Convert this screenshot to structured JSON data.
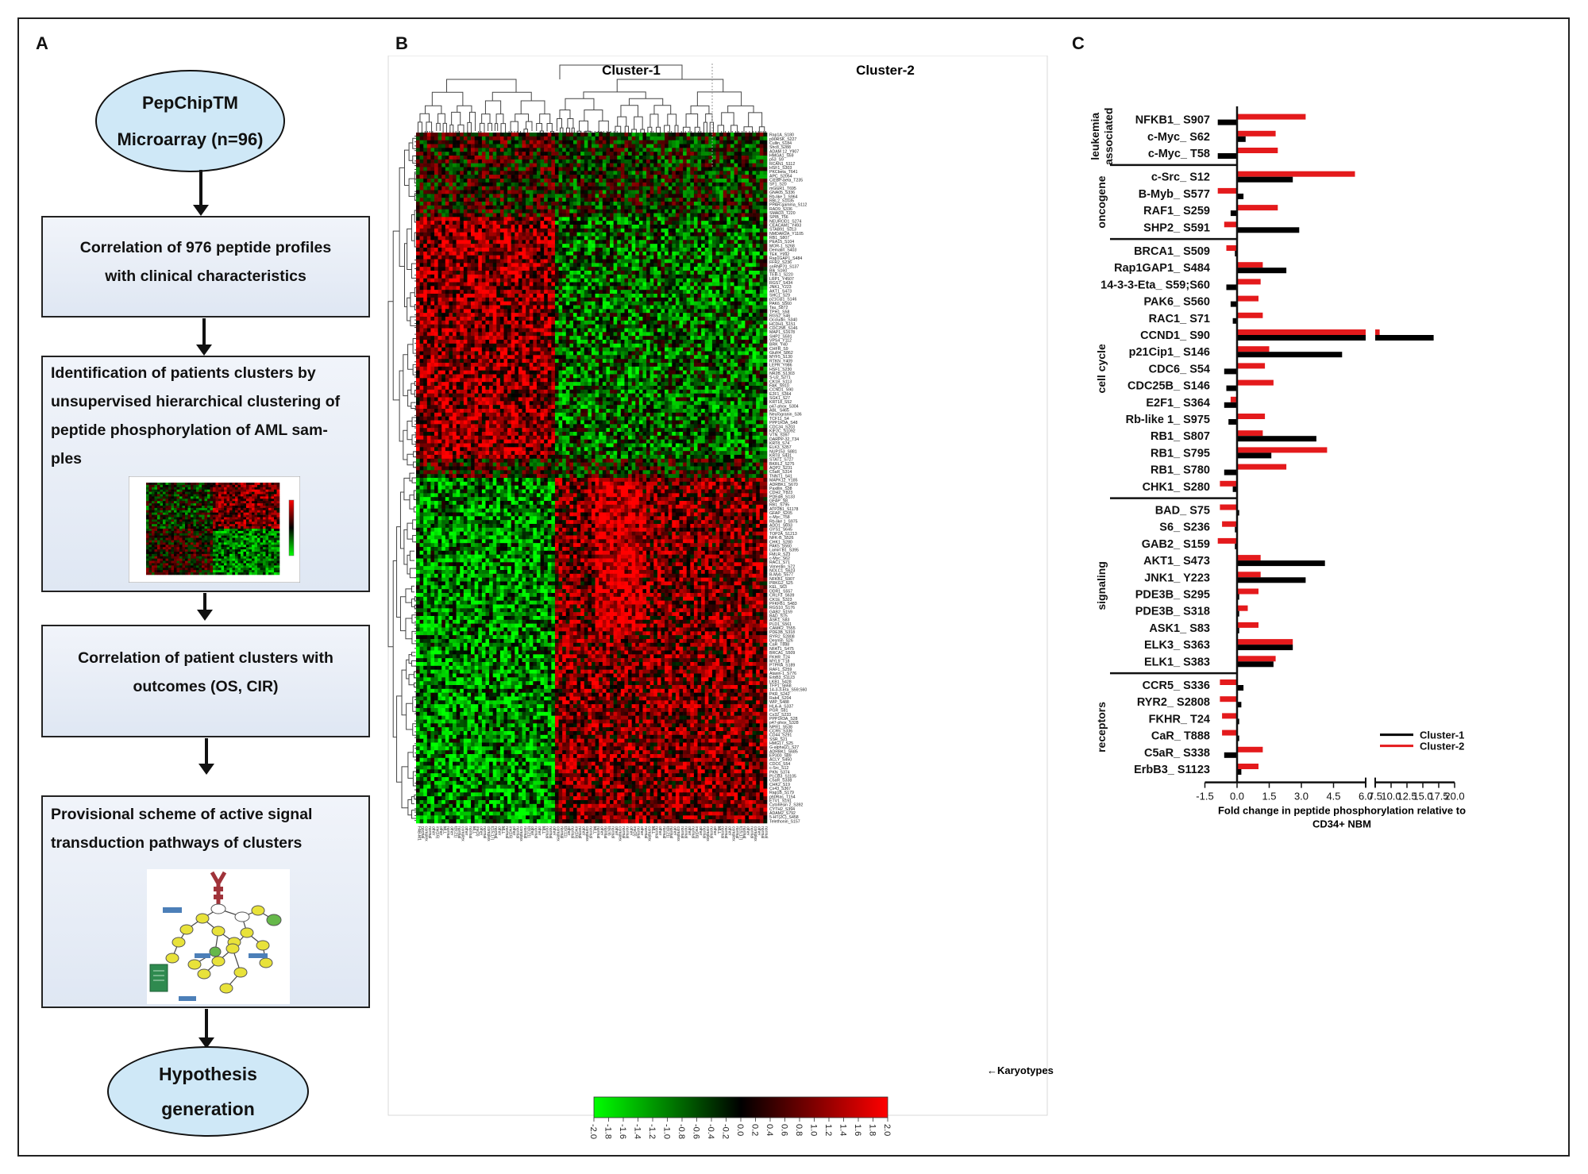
{
  "panels": {
    "a": "A",
    "b": "B",
    "c": "C"
  },
  "flow": {
    "start_line1": "PepChipTM",
    "start_line2": "Microarray (n=96)",
    "box1_line1": "Correlation of 976 peptide profiles",
    "box1_line2": "with clinical characteristics",
    "box2_line1": "Identification of patients clusters by",
    "box2_line2": "unsupervised hierarchical clustering of",
    "box2_line3": "peptide phosphorylation of AML sam-",
    "box2_line4": "ples",
    "box3_line1": "Correlation of patient clusters with",
    "box3_line2": "outcomes (OS, CIR)",
    "box4_line1": "Provisional scheme of active signal",
    "box4_line2": "transduction pathways of clusters",
    "end_line1": "Hypothesis",
    "end_line2": "generation"
  },
  "heatmap": {
    "cluster1_label": "Cluster-1",
    "cluster2_label": "Cluster-2",
    "karyotypes_label": "←Karyotypes",
    "colorbar_ticks": [
      "-2.0",
      "-1.8",
      "-1.6",
      "-1.4",
      "-1.2",
      "-1.0",
      "-0.8",
      "-0.6",
      "-0.4",
      "-0.2",
      "0.0",
      "0.2",
      "0.4",
      "0.6",
      "0.8",
      "1.0",
      "1.2",
      "1.4",
      "1.6",
      "1.8",
      "2.0"
    ],
    "colors": {
      "low": "#00ff00",
      "mid": "#000000",
      "high": "#ff0000"
    },
    "row_labels": [
      "Rap1A_S180",
      "p90RSK_S227",
      "Cullin_S184",
      "Shc8_S288",
      "ADAM 12_Y907",
      "HMGA1_S59",
      "p53_S9",
      "RCAN1_S112",
      "HSF1_S303",
      "PKCbeta_T641",
      "APC_S2054",
      "C/EBP-beta_T235",
      "SF1_S20",
      "mGluR1_T695",
      "GNA05_S336",
      "Rb-like 1_S964",
      "RBL2_S1035",
      "PPAR-gamma_S112",
      "RAD9_S336",
      "SMAD3_T220",
      "SPIB_T56",
      "NEUROD1_S274",
      "CEACAM1_Y493",
      "STAB91_S313",
      "NMDAR2A_Y1105",
      "RB1_S807",
      "PEA15_S104",
      "MOR-1_S268",
      "Dematin_S403",
      "TEK_Y992",
      "Rap1GAP1_S484",
      "FFR2_S236",
      "snRNP70_S137",
      "Blk_S160",
      "TEB-1_S220",
      "LRP1_Y4507",
      "RGS7_S434",
      "JNK1_Y223",
      "AKT1_S473",
      "SHC1_S29",
      "p21Cip1_S146",
      "PAK6_S560",
      "Tau_S872",
      "TPH1_S58",
      "RGS2_S46",
      "Occludin_S340",
      "HCDH1_S151",
      "CDC25B_S146",
      "MAP1_S1678",
      "SHP2_S591",
      "VPS4_Y112",
      "BRK_Y40",
      "CHFR_S9",
      "GluR4_S862",
      "MYF5_S130",
      "RTKN_Y409",
      "LEPR_Y986",
      "HSF1_S230",
      "NR2B_S1303",
      "S-U2_S271",
      "CK1B_S113",
      "FAK_S910",
      "CCND1_S90",
      "E2F1_S364",
      "SGK1_S27",
      "KRT18_S52",
      "p47-phox_S304",
      "ABL_S465",
      "Neurogranin_S36",
      "TCF11_S4",
      "PPP1R3A_S48",
      "CDC34_S203",
      "KIF2C_S1092",
      "VTN_S397",
      "DARPP-32_T34",
      "KRT8_S74",
      "ELK3_S357",
      "NUP153_S881",
      "KRT8_S431",
      "STAT1_S727",
      "BKRL2_S275",
      "AQP2_S231",
      "C5aR_S314",
      "TNNT1_S41",
      "MAPK12_Y185",
      "ADRBK1_S670",
      "Paxillin_S38",
      "CDH2_Y823",
      "PDE4B_S133",
      "GFAP_S8",
      "RB1_S795",
      "ATP2B1_S1178",
      "GFAP_S205",
      "c-Myc_T58",
      "Rb-like 1_S975",
      "ADD1_S693",
      "GYS1_S645",
      "TOP2A_S1213",
      "NFK-B_S526",
      "CHK1_S280",
      "PAK5_S560",
      "Lamin B1_S395",
      "FMLR_S23",
      "c-Myc_S62",
      "RAC1_S71",
      "Vimentin_S72",
      "NOLC1_S623",
      "B-Myb_S577",
      "NFKB1_S907",
      "PRKG2_S25",
      "KEL_S63",
      "DDR1_S557",
      "CRLF3_S639",
      "CK1E_S323",
      "PFKFB1_S483",
      "RGS10_S176",
      "GAB2_S159",
      "BAD_S75",
      "ASK1_S83",
      "PLD1_S561",
      "CAMK2_T555",
      "PDE3B_S318",
      "RYR2_S2808",
      "Desmin_S26",
      "CaR_T888",
      "NFAT1_S475",
      "BRCA1_S509",
      "FKHR_T24",
      "MYL9_T18",
      "PTPRA_S189",
      "RAF1_S259",
      "Ataxin-1_S776",
      "ErbB3_S1123",
      "LKB1_S428",
      "TFP1_S668",
      "14-3-3-Eta_S59;S60",
      "PKR_S242",
      "Rab4_S204",
      "WIP_S488",
      "HLA-A_S337",
      "PGR_S81",
      "Cx32_S233",
      "PPP1R3A_S28",
      "p47-phox_S328",
      "NPR1_S538",
      "CCR5_S336",
      "CD44_S291",
      "SSR_S21",
      "HMG17_S25",
      "G-alpha(Z)_S27",
      "ADRBK1_S685",
      "EP300_S89",
      "ACLY_S450",
      "CDC6_S54",
      "c-Src_S12",
      "PKN_S374",
      "PLCB3_S1105",
      "C5aR_S338",
      "CHK2_S19",
      "Cx43_S367",
      "Rap1B_S179",
      "p60Ras_T154",
      "ETV1_S191",
      "Cytohesin 2_S392",
      "CYTH2_S394",
      "ADAM2_S792",
      "5-HT(2C)_S458",
      "Telethonin_S157"
    ],
    "col_labels": [
      "FAB-M1",
      "normal",
      "complex",
      "normal",
      "other",
      "inv(16)",
      "other",
      "MLL",
      "normal",
      "other",
      "t(8;21)",
      "normal",
      "complex",
      "other",
      "normal",
      "MLL",
      "inv(3)",
      "other",
      "normal",
      "complex",
      "t(15;17)",
      "normal",
      "other",
      "MLL",
      "normal",
      "inv(16)",
      "other",
      "normal",
      "complex",
      "normal",
      "t(8;21)",
      "other",
      "normal",
      "other",
      "MLL",
      "normal",
      "normal",
      "other",
      "complex",
      "normal",
      "t(9;11)",
      "other",
      "normal",
      "inv(16)",
      "normal",
      "other",
      "complex",
      "normal",
      "MLL",
      "normal",
      "other",
      "normal",
      "t(6;9)",
      "normal",
      "other",
      "complex",
      "normal",
      "normal",
      "other",
      "inv(3)",
      "normal",
      "other",
      "normal",
      "complex",
      "MLL",
      "normal",
      "other",
      "normal",
      "t(8;21)",
      "normal",
      "other",
      "complex",
      "normal",
      "normal",
      "other",
      "normal",
      "inv(16)",
      "other",
      "normal",
      "complex",
      "normal",
      "other",
      "MLL",
      "normal",
      "normal",
      "other",
      "complex",
      "normal",
      "t(15;17)",
      "normal",
      "other",
      "normal",
      "complex",
      "other",
      "normal",
      "normal"
    ]
  },
  "chart_data": {
    "type": "bar",
    "orientation": "horizontal",
    "xlabel": "Fold change in peptide phosphorylation relative to CD34+ NBM",
    "x_ticks": [
      "-1.5",
      "0.0",
      "1.5",
      "3.0",
      "4.5",
      "6.0",
      "7.5",
      "10.0",
      "12.5",
      "15.0",
      "17.5",
      "20.0"
    ],
    "axis_break": [
      6.0,
      7.5
    ],
    "xlim": [
      -1.5,
      20.0
    ],
    "legend_position": "bottom-right",
    "series": [
      {
        "name": "Cluster-1",
        "color": "#000000"
      },
      {
        "name": "Cluster-2",
        "color": "#e41a1c"
      }
    ],
    "groups": [
      {
        "name": "leukemia associated",
        "peptides": [
          {
            "label": "NFKB1_ S907",
            "cluster1": -0.9,
            "cluster2": 3.2
          },
          {
            "label": "c-Myc_ S62",
            "cluster1": 0.4,
            "cluster2": 1.8
          },
          {
            "label": "c-Myc_ T58",
            "cluster1": -0.9,
            "cluster2": 1.9
          }
        ]
      },
      {
        "name": "oncogene",
        "peptides": [
          {
            "label": "c-Src_ S12",
            "cluster1": 2.6,
            "cluster2": 5.5
          },
          {
            "label": "B-Myb_ S577",
            "cluster1": 0.3,
            "cluster2": -0.9
          },
          {
            "label": "RAF1_ S259",
            "cluster1": -0.3,
            "cluster2": 1.9
          },
          {
            "label": "SHP2_ S591",
            "cluster1": 2.9,
            "cluster2": -0.6
          }
        ]
      },
      {
        "name": "cell cycle",
        "peptides": [
          {
            "label": "BRCA1_ S509",
            "cluster1": -0.1,
            "cluster2": -0.5
          },
          {
            "label": "Rap1GAP1_ S484",
            "cluster1": 2.3,
            "cluster2": 1.2
          },
          {
            "label": "14-3-3-Eta_ S59;S60",
            "cluster1": -0.5,
            "cluster2": 1.1
          },
          {
            "label": "PAK6_ S560",
            "cluster1": -0.3,
            "cluster2": 1.0
          },
          {
            "label": "RAC1_ S71",
            "cluster1": -0.2,
            "cluster2": 1.2
          },
          {
            "label": "CCND1_ S90",
            "cluster1": 16.7,
            "cluster2": 8.2
          },
          {
            "label": "p21Cip1_ S146",
            "cluster1": 4.9,
            "cluster2": 1.5
          },
          {
            "label": "CDC6_ S54",
            "cluster1": -0.6,
            "cluster2": 1.3
          },
          {
            "label": "CDC25B_ S146",
            "cluster1": -0.5,
            "cluster2": 1.7
          },
          {
            "label": "E2F1_ S364",
            "cluster1": -0.6,
            "cluster2": -0.3
          },
          {
            "label": "Rb-like 1_ S975",
            "cluster1": -0.4,
            "cluster2": 1.3
          },
          {
            "label": "RB1_ S807",
            "cluster1": 3.7,
            "cluster2": 1.2
          },
          {
            "label": "RB1_ S795",
            "cluster1": 1.6,
            "cluster2": 4.2
          },
          {
            "label": "RB1_ S780",
            "cluster1": -0.6,
            "cluster2": 2.3
          },
          {
            "label": "CHK1_ S280",
            "cluster1": -0.2,
            "cluster2": -0.8
          }
        ]
      },
      {
        "name": "signaling",
        "peptides": [
          {
            "label": "BAD_ S75",
            "cluster1": 0.1,
            "cluster2": -0.8
          },
          {
            "label": "S6_ S236",
            "cluster1": -0.1,
            "cluster2": -0.7
          },
          {
            "label": "GAB2_ S159",
            "cluster1": -0.1,
            "cluster2": -0.9
          },
          {
            "label": "AKT1_ S473",
            "cluster1": 4.1,
            "cluster2": 1.1
          },
          {
            "label": "JNK1_ Y223",
            "cluster1": 3.2,
            "cluster2": 1.1
          },
          {
            "label": "PDE3B_ S295",
            "cluster1": 0.1,
            "cluster2": 1.0
          },
          {
            "label": "PDE3B_ S318",
            "cluster1": 0.1,
            "cluster2": 0.5
          },
          {
            "label": "ASK1_ S83",
            "cluster1": 0.1,
            "cluster2": 1.0
          },
          {
            "label": "ELK3_ S363",
            "cluster1": 2.6,
            "cluster2": 2.6
          },
          {
            "label": "ELK1_ S383",
            "cluster1": 1.7,
            "cluster2": 1.8
          }
        ]
      },
      {
        "name": "receptors",
        "peptides": [
          {
            "label": "CCR5_ S336",
            "cluster1": 0.3,
            "cluster2": -0.8
          },
          {
            "label": "RYR2_ S2808",
            "cluster1": 0.2,
            "cluster2": -0.8
          },
          {
            "label": "FKHR_ T24",
            "cluster1": 0.1,
            "cluster2": -0.7
          },
          {
            "label": "CaR_ T888",
            "cluster1": 0.1,
            "cluster2": -0.7
          },
          {
            "label": "C5aR_ S338",
            "cluster1": -0.6,
            "cluster2": 1.2
          },
          {
            "label": "ErbB3_ S1123",
            "cluster1": 0.2,
            "cluster2": 1.0
          }
        ]
      }
    ]
  }
}
